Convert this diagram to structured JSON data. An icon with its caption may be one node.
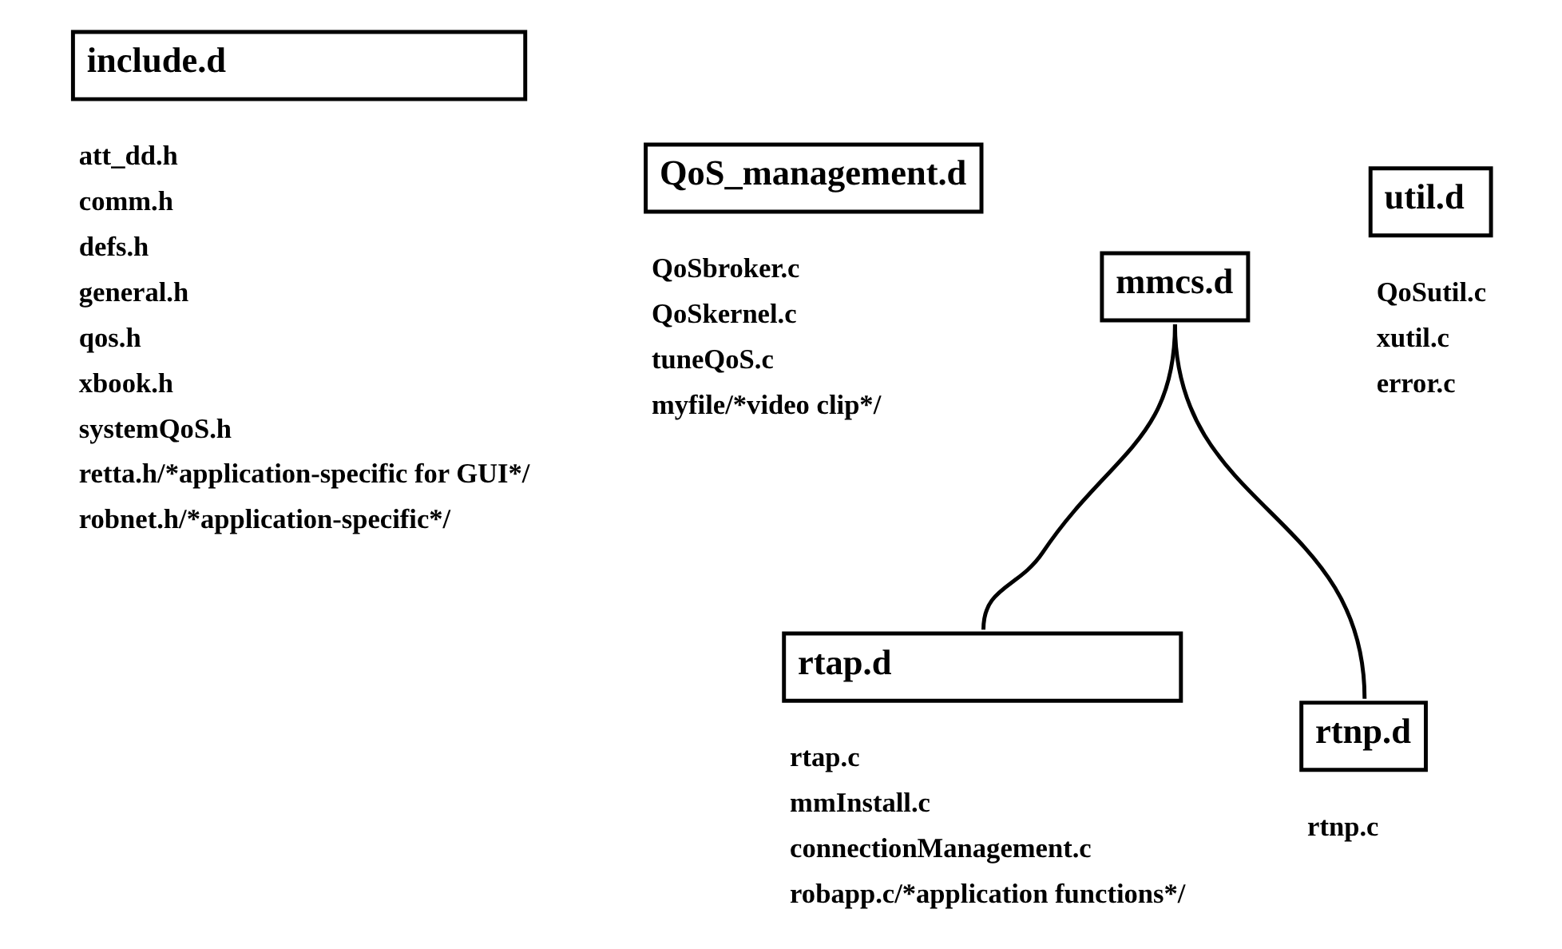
{
  "diagram": {
    "nodes": [
      {
        "text": [
          "include.d"
        ],
        "beside": [
          "att_dd.h",
          "comm.h",
          "defs.h",
          "general.h",
          "qos.h",
          "xbook.h",
          "systemQoS.h",
          "retta.h/*application-specific for GUI*/",
          "robnet.h/*application-specific*/"
        ]
      },
      {
        "text": [
          "QoS_management.d"
        ],
        "beside": [
          "QoSbroker.c",
          "QoSkernel.c",
          "tuneQoS.c",
          "myfile/*video clip*/"
        ]
      },
      {
        "text": [
          "mmcs.d"
        ]
      },
      {
        "text": [
          "util.d"
        ],
        "beside": [
          "QoSutil.c",
          "xutil.c",
          "error.c"
        ]
      },
      {
        "text": [
          "rtap.d"
        ],
        "beside": [
          "rtap.c",
          "mmInstall.c",
          "connectionManagement.c",
          "robapp.c/*application functions*/"
        ]
      },
      {
        "text": [
          "rtnp.d"
        ],
        "beside": [
          "rtnp.c"
        ]
      }
    ],
    "edges": [
      {
        "from": 2,
        "to": 4,
        "arrow": "none"
      },
      {
        "from": 2,
        "to": 5,
        "arrow": "none"
      }
    ]
  }
}
